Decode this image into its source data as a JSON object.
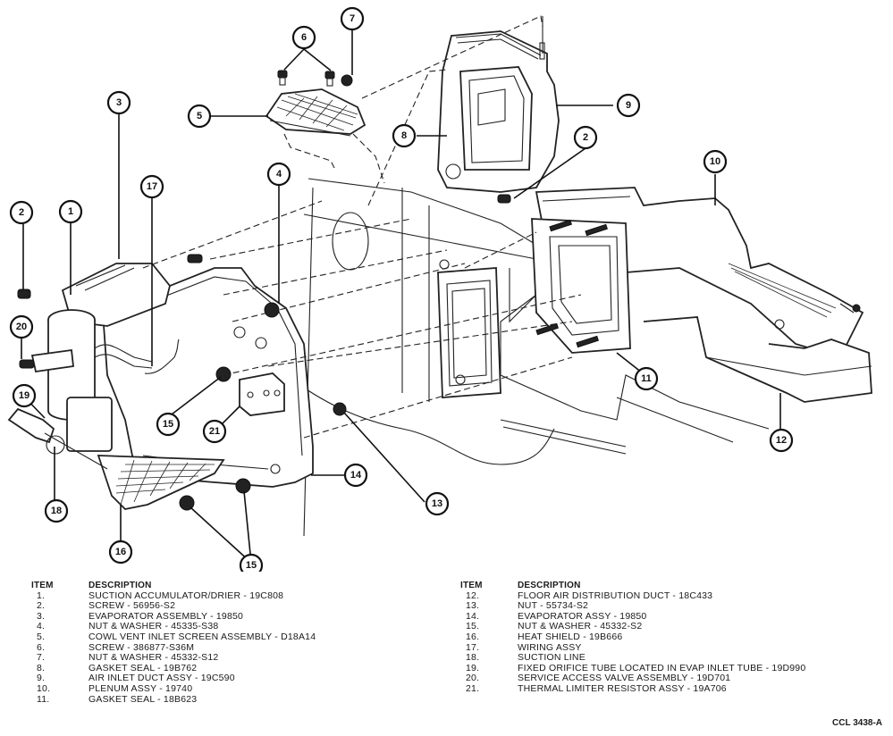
{
  "figure": {
    "figure_id": "CCL 3438-A",
    "callouts": [
      {
        "label": "1"
      },
      {
        "label": "2"
      },
      {
        "label": "2"
      },
      {
        "label": "3"
      },
      {
        "label": "4"
      },
      {
        "label": "5"
      },
      {
        "label": "6"
      },
      {
        "label": "7"
      },
      {
        "label": "8"
      },
      {
        "label": "9"
      },
      {
        "label": "10"
      },
      {
        "label": "11"
      },
      {
        "label": "12"
      },
      {
        "label": "13"
      },
      {
        "label": "14"
      },
      {
        "label": "15"
      },
      {
        "label": "15"
      },
      {
        "label": "16"
      },
      {
        "label": "17"
      },
      {
        "label": "18"
      },
      {
        "label": "19"
      },
      {
        "label": "20"
      },
      {
        "label": "21"
      }
    ]
  },
  "legend": {
    "item_header": "ITEM",
    "description_header": "DESCRIPTION",
    "left": [
      {
        "item": "1.",
        "description": "SUCTION ACCUMULATOR/DRIER - 19C808"
      },
      {
        "item": "2.",
        "description": "SCREW - 56956-S2"
      },
      {
        "item": "3.",
        "description": "EVAPORATOR ASSEMBLY - 19850"
      },
      {
        "item": "4.",
        "description": "NUT & WASHER - 45335-S38"
      },
      {
        "item": "5.",
        "description": "COWL VENT INLET SCREEN ASSEMBLY - D18A14"
      },
      {
        "item": "6.",
        "description": "SCREW - 386877-S36M"
      },
      {
        "item": "7.",
        "description": "NUT & WASHER - 45332-S12"
      },
      {
        "item": "8.",
        "description": "GASKET SEAL - 19B762"
      },
      {
        "item": "9.",
        "description": "AIR INLET DUCT ASSY - 19C590"
      },
      {
        "item": "10.",
        "description": "PLENUM ASSY - 19740"
      },
      {
        "item": "11.",
        "description": "GASKET SEAL - 18B623"
      }
    ],
    "right": [
      {
        "item": "12.",
        "description": "FLOOR AIR DISTRIBUTION DUCT - 18C433"
      },
      {
        "item": "13.",
        "description": "NUT - 55734-S2"
      },
      {
        "item": "14.",
        "description": "EVAPORATOR ASSY - 19850"
      },
      {
        "item": "15.",
        "description": "NUT & WASHER - 45332-S2"
      },
      {
        "item": "16.",
        "description": "HEAT SHIELD - 19B666"
      },
      {
        "item": "17.",
        "description": "WIRING ASSY"
      },
      {
        "item": "18.",
        "description": "SUCTION LINE"
      },
      {
        "item": "19.",
        "description": "FIXED ORIFICE TUBE LOCATED IN EVAP INLET TUBE - 19D990"
      },
      {
        "item": "20.",
        "description": "SERVICE ACCESS VALVE ASSEMBLY - 19D701"
      },
      {
        "item": "21.",
        "description": "THERMAL LIMITER RESISTOR ASSY - 19A706"
      }
    ]
  }
}
